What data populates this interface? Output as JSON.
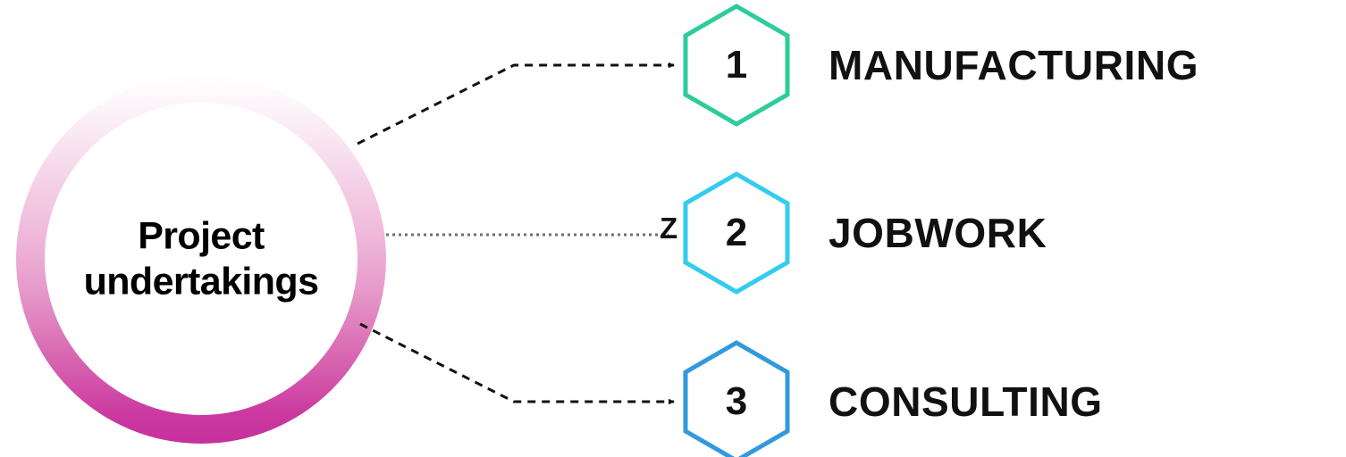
{
  "diagram": {
    "title": "Project undertakings",
    "hub": {
      "label": "Project\nundertakings",
      "gradient_from": "#ffffff",
      "gradient_to": "#c6309c"
    },
    "connector": {
      "style": "dashed",
      "color": "#111111",
      "middle_style": "dotted",
      "middle_color": "#6f6f6f",
      "stray_glyph": "Z"
    },
    "branches": [
      {
        "number": "1",
        "label": "MANUFACTURING",
        "hex_color": "#2ecc9a",
        "connector": "dashed-elbow-up"
      },
      {
        "number": "2",
        "label": "JOBWORK",
        "hex_color": "#33ccee",
        "connector": "dotted-straight"
      },
      {
        "number": "3",
        "label": "CONSULTING",
        "hex_color": "#3399dd",
        "connector": "dashed-elbow-down"
      }
    ]
  }
}
